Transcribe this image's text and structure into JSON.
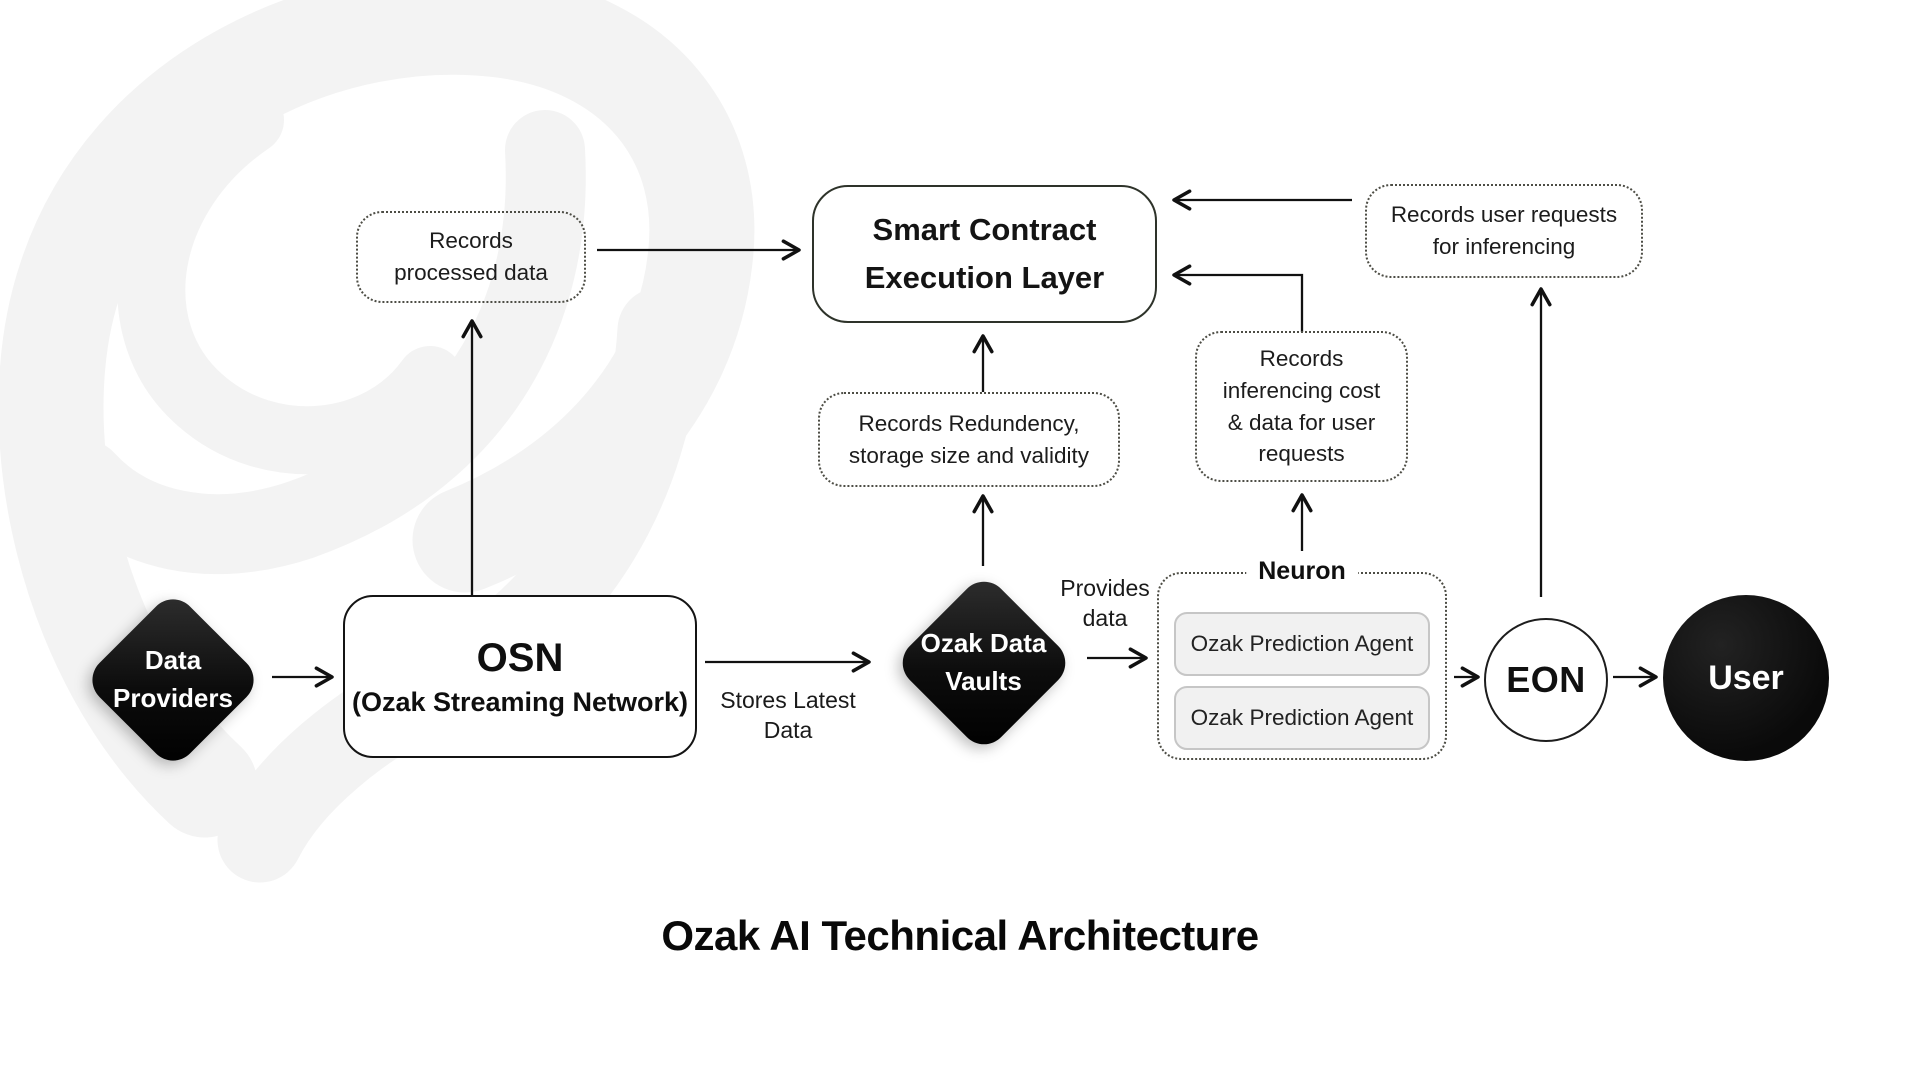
{
  "title": "Ozak AI Technical Architecture",
  "colors": {
    "background": "#ffffff",
    "swirl": "#f3f3f3",
    "node_black": "#0c0c0c",
    "solid_border": "#2e332a",
    "dotted_border": "#4d4d45",
    "agent_fill": "#f1f1f1",
    "agent_border": "#c6c6c6",
    "arrow": "#111111"
  },
  "nodes": {
    "data_providers": {
      "label": "Data\nProviders"
    },
    "osn": {
      "title": "OSN",
      "subtitle": "(Ozak Streaming Network)"
    },
    "vaults": {
      "label": "Ozak Data\nVaults"
    },
    "smart_contract": {
      "label": "Smart Contract\nExecution Layer"
    },
    "neuron": {
      "title": "Neuron",
      "agents": [
        "Ozak Prediction Agent",
        "Ozak Prediction Agent"
      ]
    },
    "eon": {
      "label": "EON"
    },
    "user": {
      "label": "User"
    }
  },
  "annotations": {
    "records_processed": {
      "text": "Records\nprocessed data"
    },
    "records_redundancy": {
      "text": "Records Redundency,\nstorage size and validity"
    },
    "records_inferencing": {
      "text": "Records\ninferencing cost\n& data for user\nrequests"
    },
    "records_user_requests": {
      "text": "Records user requests\nfor inferencing"
    }
  },
  "edge_labels": {
    "stores_latest": "Stores Latest\nData",
    "provides_data": "Provides\ndata"
  }
}
